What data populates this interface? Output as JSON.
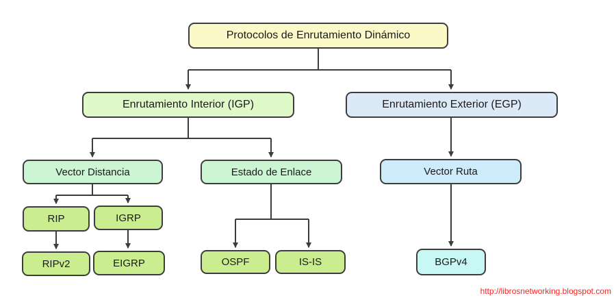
{
  "diagram_title": "Protocolos de Enrutamiento Dinámico",
  "nodes": {
    "root": {
      "label": "Protocolos de Enrutamiento Dinámico",
      "fill": "#FCF9C9"
    },
    "igp": {
      "label": "Enrutamiento Interior (IGP)",
      "fill": "#DFF9C8"
    },
    "egp": {
      "label": "Enrutamiento Exterior (EGP)",
      "fill": "#DCE9F6"
    },
    "vector_distancia": {
      "label": "Vector Distancia",
      "fill": "#CBF5D3"
    },
    "estado_enlace": {
      "label": "Estado de Enlace",
      "fill": "#CBF5D3"
    },
    "vector_ruta": {
      "label": "Vector Ruta",
      "fill": "#CDEBFA"
    },
    "rip": {
      "label": "RIP",
      "fill": "#CAEE8F"
    },
    "igrp": {
      "label": "IGRP",
      "fill": "#CAEE8F"
    },
    "ripv2": {
      "label": "RIPv2",
      "fill": "#CAEE8F"
    },
    "eigrp": {
      "label": "EIGRP",
      "fill": "#CAEE8F"
    },
    "ospf": {
      "label": "OSPF",
      "fill": "#CAEE8F"
    },
    "isis": {
      "label": "IS-IS",
      "fill": "#CAEE8F"
    },
    "bgpv4": {
      "label": "BGPv4",
      "fill": "#C7F8F5"
    }
  },
  "edges": [
    {
      "from": "root",
      "to": "igp"
    },
    {
      "from": "root",
      "to": "egp"
    },
    {
      "from": "igp",
      "to": "vector_distancia"
    },
    {
      "from": "igp",
      "to": "estado_enlace"
    },
    {
      "from": "egp",
      "to": "vector_ruta"
    },
    {
      "from": "vector_distancia",
      "to": "rip"
    },
    {
      "from": "vector_distancia",
      "to": "igrp"
    },
    {
      "from": "rip",
      "to": "ripv2"
    },
    {
      "from": "igrp",
      "to": "eigrp"
    },
    {
      "from": "estado_enlace",
      "to": "ospf"
    },
    {
      "from": "estado_enlace",
      "to": "isis"
    },
    {
      "from": "vector_ruta",
      "to": "bgpv4"
    }
  ],
  "line_color": "#3d3d3d",
  "footer": {
    "credit_url": "http://librosnetworking.blogspot.com",
    "color": "#FF1F1F"
  }
}
